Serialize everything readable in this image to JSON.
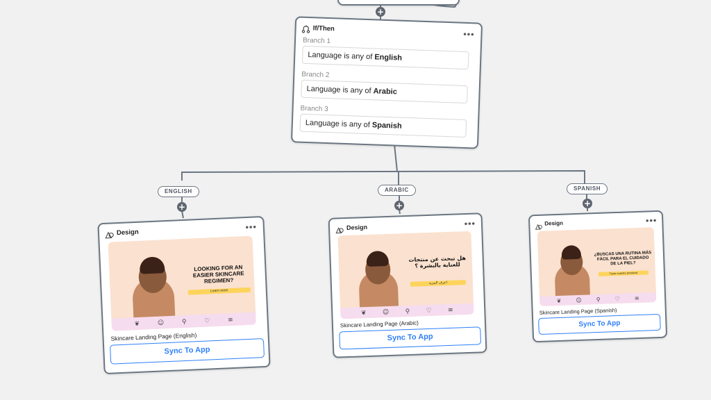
{
  "ifthen": {
    "title": "If/Then",
    "menu": "•••",
    "branches": [
      {
        "label": "Branch 1",
        "prefix": "Language is any of ",
        "value": "English"
      },
      {
        "label": "Branch 2",
        "prefix": "Language is any of ",
        "value": "Arabic"
      },
      {
        "label": "Branch 3",
        "prefix": "Language is any of ",
        "value": "Spanish"
      }
    ]
  },
  "add_symbol": "+",
  "tags": {
    "english": "ENGLISH",
    "arabic": "ARABIC",
    "spanish": "SPANISH"
  },
  "cards": [
    {
      "title": "Design",
      "menu": "•••",
      "headline": "LOOKING FOR AN EASIER SKINCARE REGIMEN?",
      "cta": "Learn more",
      "caption": "Skincare Landing Page (English)",
      "sync": "Sync To App"
    },
    {
      "title": "Design",
      "menu": "•••",
      "headline": "هل تبحث عن منتجات للعناية بالبشرة ؟",
      "cta": "اعرف المزيد",
      "caption": "Skincare Landing Page (Arabic)",
      "sync": "Sync To App"
    },
    {
      "title": "Design",
      "menu": "•••",
      "headline": "¿BUSCAS UNA RUTINA MÁS FÁCIL PARA EL CUIDADO DE LA PIEL?",
      "cta": "Tiene nuestro producto",
      "caption": "Skincare Landing Page (Spanish)",
      "sync": "Sync To App"
    }
  ],
  "preview_icons": [
    "leaf-icon",
    "smile-icon",
    "dropper-icon",
    "heart-icon",
    "menu-icon"
  ],
  "colors": {
    "accent_blue": "#2d7ff9",
    "border": "#6b7682",
    "preview_bg": "#fbe1cf",
    "preview_band": "#f6dcef",
    "cta_yellow": "#fdd45b"
  }
}
